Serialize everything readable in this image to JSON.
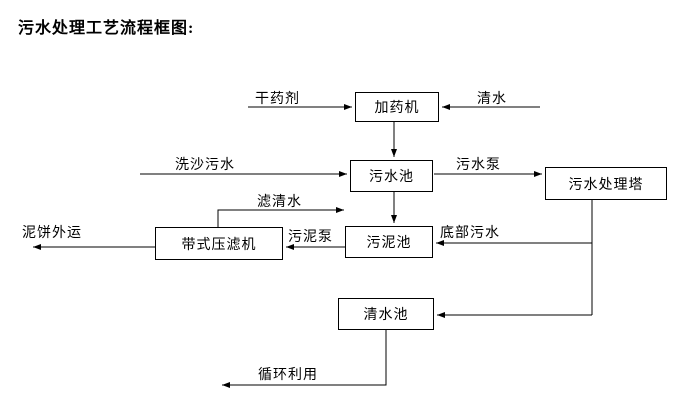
{
  "title": "污水处理工艺流程框图:",
  "nodes": {
    "dosing_machine": "加药机",
    "sewage_pool": "污水池",
    "treatment_tower": "污水处理塔",
    "sludge_pool": "污泥池",
    "belt_filter_press": "带式压滤机",
    "clean_water_pool": "清水池"
  },
  "labels": {
    "dry_agent": "干药剂",
    "clean_water": "清水",
    "sand_washing_sewage": "洗沙污水",
    "sewage_pump": "污水泵",
    "filtered_water": "滤清水",
    "sludge_pump": "污泥泵",
    "bottom_sewage": "底部污水",
    "mud_cake_outbound": "泥饼外运",
    "recycling": "循环利用"
  }
}
